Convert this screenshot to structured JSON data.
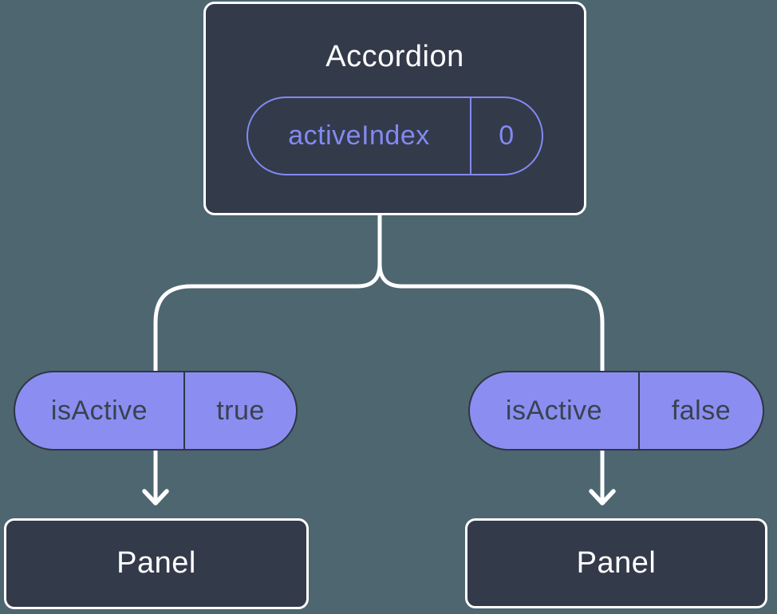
{
  "diagram": {
    "description": "Component tree diagram showing state flow from an Accordion parent to two Panel children",
    "root": {
      "title": "Accordion",
      "prop": {
        "name": "activeIndex",
        "value": "0"
      }
    },
    "children": [
      {
        "prop": {
          "name": "isActive",
          "value": "true"
        },
        "title": "Panel"
      },
      {
        "prop": {
          "name": "isActive",
          "value": "false"
        },
        "title": "Panel"
      }
    ],
    "colors": {
      "background": "#4D6670",
      "node_fill": "#333A4A",
      "node_border": "#FFFFFF",
      "pill_fill": "#8B8EF0",
      "accent_purple": "#838AF1",
      "pill_dark_border": "#2F3644",
      "text_on_purple": "#3A4150",
      "connector": "#FFFFFF",
      "text_light": "#FFFFFF"
    }
  }
}
